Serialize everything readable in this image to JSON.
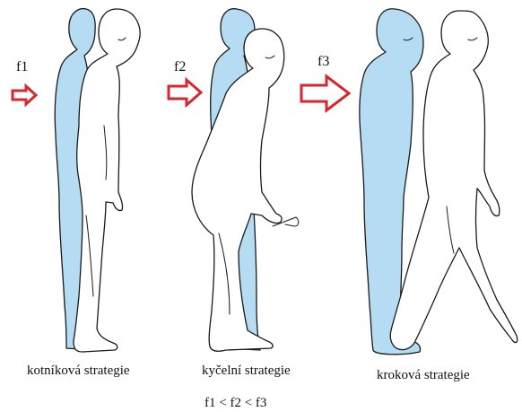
{
  "forces": [
    {
      "label": "f1",
      "magnitude": 1
    },
    {
      "label": "f2",
      "magnitude": 2
    },
    {
      "label": "f3",
      "magnitude": 3
    }
  ],
  "strategies": [
    {
      "caption": "kotníková strategie"
    },
    {
      "caption": "kyčelní strategie"
    },
    {
      "caption": "kroková strategie"
    }
  ],
  "relation": "f1 < f2 < f3",
  "colors": {
    "arrow": "#d7262d",
    "original_posture": "#b5dcf3",
    "perturbed_posture": "#ffffff",
    "outline": "#1a1a1a"
  }
}
